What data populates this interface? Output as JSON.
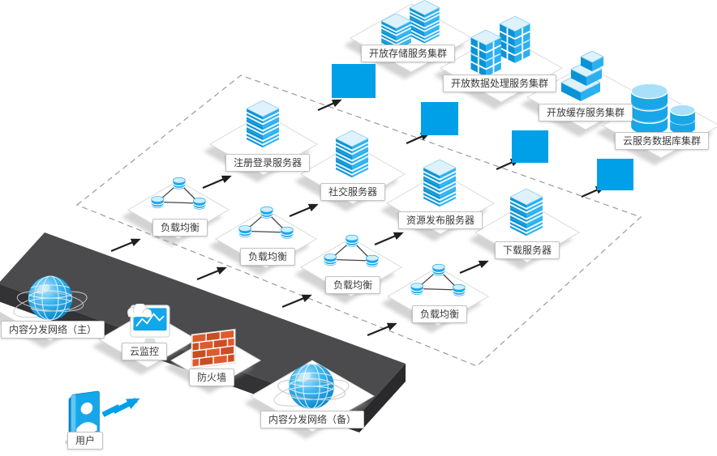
{
  "diagram": {
    "type": "isometric-architecture",
    "colors": {
      "accent": "#00a0e9",
      "ribbon": "#4b4b4d",
      "ribbon-front": "#333335",
      "ribbon-end": "#2a2a2c",
      "boundary": "#9b9b9b",
      "arrow": "#1f1f1f"
    },
    "nodes": [
      {
        "id": "storage-cluster",
        "label": "开放存储服务集群",
        "icon": "server-cluster-icon"
      },
      {
        "id": "data-processing-cluster",
        "label": "开放数据处理服务集群",
        "icon": "cube-cluster-icon"
      },
      {
        "id": "cache-cluster",
        "label": "开放缓存服务集群",
        "icon": "stepped-stack-icon"
      },
      {
        "id": "database-cluster",
        "label": "云服务数据库集群",
        "icon": "database-cylinders-icon"
      },
      {
        "id": "register-login-server",
        "label": "注册登录服务器",
        "icon": "server-stack-icon"
      },
      {
        "id": "social-server",
        "label": "社交服务器",
        "icon": "server-stack-icon"
      },
      {
        "id": "resource-publish-server",
        "label": "资源发布服务器",
        "icon": "server-stack-icon"
      },
      {
        "id": "download-server",
        "label": "下载服务器",
        "icon": "server-stack-icon"
      },
      {
        "id": "load-balancer-1",
        "label": "负载均衡",
        "icon": "load-balancer-icon"
      },
      {
        "id": "load-balancer-2",
        "label": "负载均衡",
        "icon": "load-balancer-icon"
      },
      {
        "id": "load-balancer-3",
        "label": "负载均衡",
        "icon": "load-balancer-icon"
      },
      {
        "id": "load-balancer-4",
        "label": "负载均衡",
        "icon": "load-balancer-icon"
      },
      {
        "id": "cdn-primary",
        "label": "内容分发网络（主）",
        "icon": "globe-icon"
      },
      {
        "id": "cloud-monitor",
        "label": "云监控",
        "icon": "monitor-icon"
      },
      {
        "id": "firewall",
        "label": "防火墙",
        "icon": "brick-wall-icon"
      },
      {
        "id": "cdn-backup",
        "label": "内容分发网络（备）",
        "icon": "globe-icon"
      },
      {
        "id": "user",
        "label": "用户",
        "icon": "user-card-icon"
      }
    ],
    "decor": {
      "blue_blocks": 4,
      "flow_ribbon": true,
      "dashed_boundary": true
    }
  }
}
